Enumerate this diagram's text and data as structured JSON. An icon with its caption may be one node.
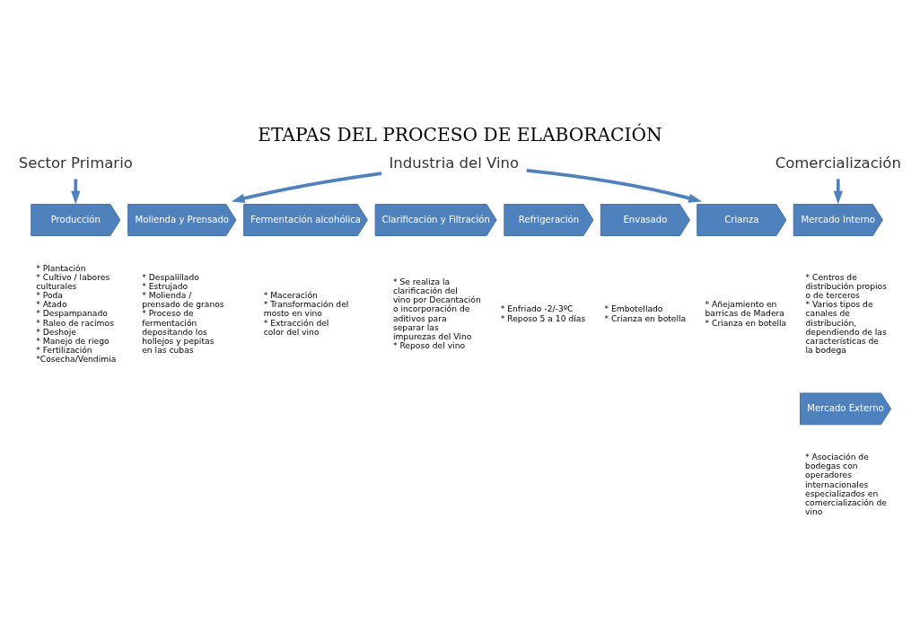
{
  "diagram": {
    "title": "ETAPAS DEL PROCESO DE ELABORACIÓN",
    "nodes": [
      {
        "text": [
          "Sector Primario"
        ]
      },
      {
        "text": [
          "Industria del Vino"
        ]
      },
      {
        "text": [
          "Comercialización"
        ]
      },
      {
        "text": [
          "Producción"
        ],
        "beside": [
          "* Plantación",
          "* Cultivo / labores culturales",
          "* Poda",
          "* Atado",
          "* Despampanado",
          "* Raleo de racimos",
          "* Deshoje",
          "* Manejo de riego",
          "* Fertilización",
          "*Cosecha/Vendimia"
        ]
      },
      {
        "text": [
          "Molienda y Prensado"
        ],
        "beside": [
          "* Despalillado",
          "* Estrujado",
          "* Molienda / prensado de granos",
          "* Proceso de fermentación depositando los hollejos y pepitas en las cubas"
        ]
      },
      {
        "text": [
          "Fermentación alcohólica"
        ],
        "beside": [
          "* Maceración",
          "* Transformación del mosto en vino",
          "* Extracción del color del vino"
        ]
      },
      {
        "text": [
          "Clarificación y Filtración"
        ],
        "beside": [
          "* Se realiza la clarificación del vino por Decantación o incorporación de aditivos para separar las impurezas del Vino",
          "* Reposo del vino"
        ]
      },
      {
        "text": [
          "Refrigeración"
        ],
        "beside": [
          "* Enfriado -2/-3ºC",
          "* Reposo 5 a 10 días"
        ]
      },
      {
        "text": [
          "Envasado"
        ],
        "beside": [
          "* Embotellado",
          "* Crianza en botella"
        ]
      },
      {
        "text": [
          "Crianza"
        ],
        "beside": [
          "* Añejamiento en barricas de Madera",
          "* Crianza en botella"
        ]
      },
      {
        "text": [
          "Mercado Interno"
        ],
        "beside": [
          "* Centros de distribución propios o de terceros",
          "* Varios tipos de canales de distribución, dependiendo de las características de la bodega"
        ]
      },
      {
        "text": [
          "Mercado Externo"
        ],
        "beside": [
          "* Asociación de bodegas con operadores internacionales especializados en comercialización de vino"
        ]
      }
    ],
    "edges": [
      {
        "from": 0,
        "to": 3,
        "arrow": "to"
      },
      {
        "from": 1,
        "to": 4,
        "arrow": "to"
      },
      {
        "from": 1,
        "to": 9,
        "arrow": "to"
      },
      {
        "from": 2,
        "to": 10,
        "arrow": "to"
      }
    ]
  }
}
